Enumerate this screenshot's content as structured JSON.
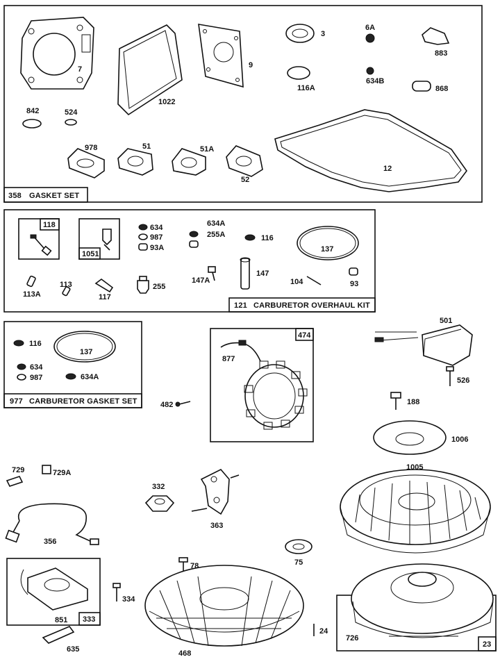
{
  "kits": {
    "gasket_set": {
      "number": "358",
      "name": "GASKET SET"
    },
    "carburetor_overhaul_kit": {
      "number": "121",
      "name": "CARBURETOR OVERHAUL KIT"
    },
    "carburetor_gasket_set": {
      "number": "977",
      "name": "CARBURETOR GASKET SET"
    }
  },
  "gasket_set_parts": {
    "p7": "7",
    "p1022": "1022",
    "p9": "9",
    "p3": "3",
    "p6A": "6A",
    "p883": "883",
    "p116A": "116A",
    "p634B": "634B",
    "p868": "868",
    "p842": "842",
    "p524": "524",
    "p978": "978",
    "p51": "51",
    "p51A": "51A",
    "p52": "52",
    "p12": "12"
  },
  "overhaul_kit_parts": {
    "p118": "118",
    "p1051": "1051",
    "p634": "634",
    "p987": "987",
    "p93A": "93A",
    "p634A": "634A",
    "p255A": "255A",
    "p116": "116",
    "p137": "137",
    "p113A": "113A",
    "p113": "113",
    "p117": "117",
    "p255": "255",
    "p147A": "147A",
    "p147": "147",
    "p104": "104",
    "p93": "93"
  },
  "carb_gasket_parts": {
    "p116": "116",
    "p137": "137",
    "p634": "634",
    "p987": "987",
    "p634A": "634A"
  },
  "ignition_parts": {
    "p474": "474",
    "p877": "877",
    "p482": "482",
    "p501": "501",
    "p526": "526",
    "p188": "188",
    "p1006": "1006",
    "p1005": "1005"
  },
  "lower_parts": {
    "p729": "729",
    "p729A": "729A",
    "p332": "332",
    "p363": "363",
    "p356": "356",
    "p78": "78",
    "p75": "75",
    "p334": "334",
    "p851": "851",
    "p333": "333",
    "p635": "635",
    "p468": "468",
    "p24": "24",
    "p726": "726",
    "p23": "23"
  }
}
